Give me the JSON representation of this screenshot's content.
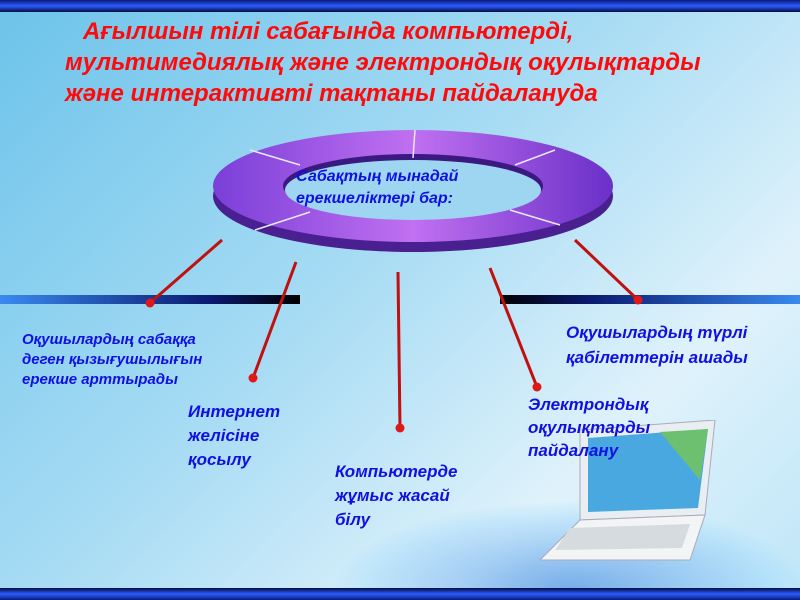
{
  "title": {
    "lines": [
      "Ағылшын тілі сабағында компьютерді,",
      "мультимедиялық және электрондық оқулықтарды",
      "және интерактивті тақтаны пайдалануда"
    ]
  },
  "center": {
    "lines": [
      "Сабақтың мынадай",
      "ерекшеліктері бар:"
    ]
  },
  "items": [
    {
      "lines": [
        "Оқушылардың сабаққа",
        "деген қызығушылығын",
        "ерекше арттырады"
      ]
    },
    {
      "lines": [
        "Интернет",
        "желісіне",
        "қосылу"
      ]
    },
    {
      "lines": [
        "Компьютерде",
        "жұмыс жасай",
        "білу"
      ]
    },
    {
      "lines": [
        "Электрондық",
        "оқулықтарды",
        "пайдалану"
      ]
    },
    {
      "lines": [
        "Оқушылардың түрлі",
        "қабілеттерін ашады"
      ]
    }
  ],
  "colors": {
    "title": "#ff0a0a",
    "text": "#1010e0",
    "ring": "#8a3fd8",
    "connector": "#c01010"
  }
}
